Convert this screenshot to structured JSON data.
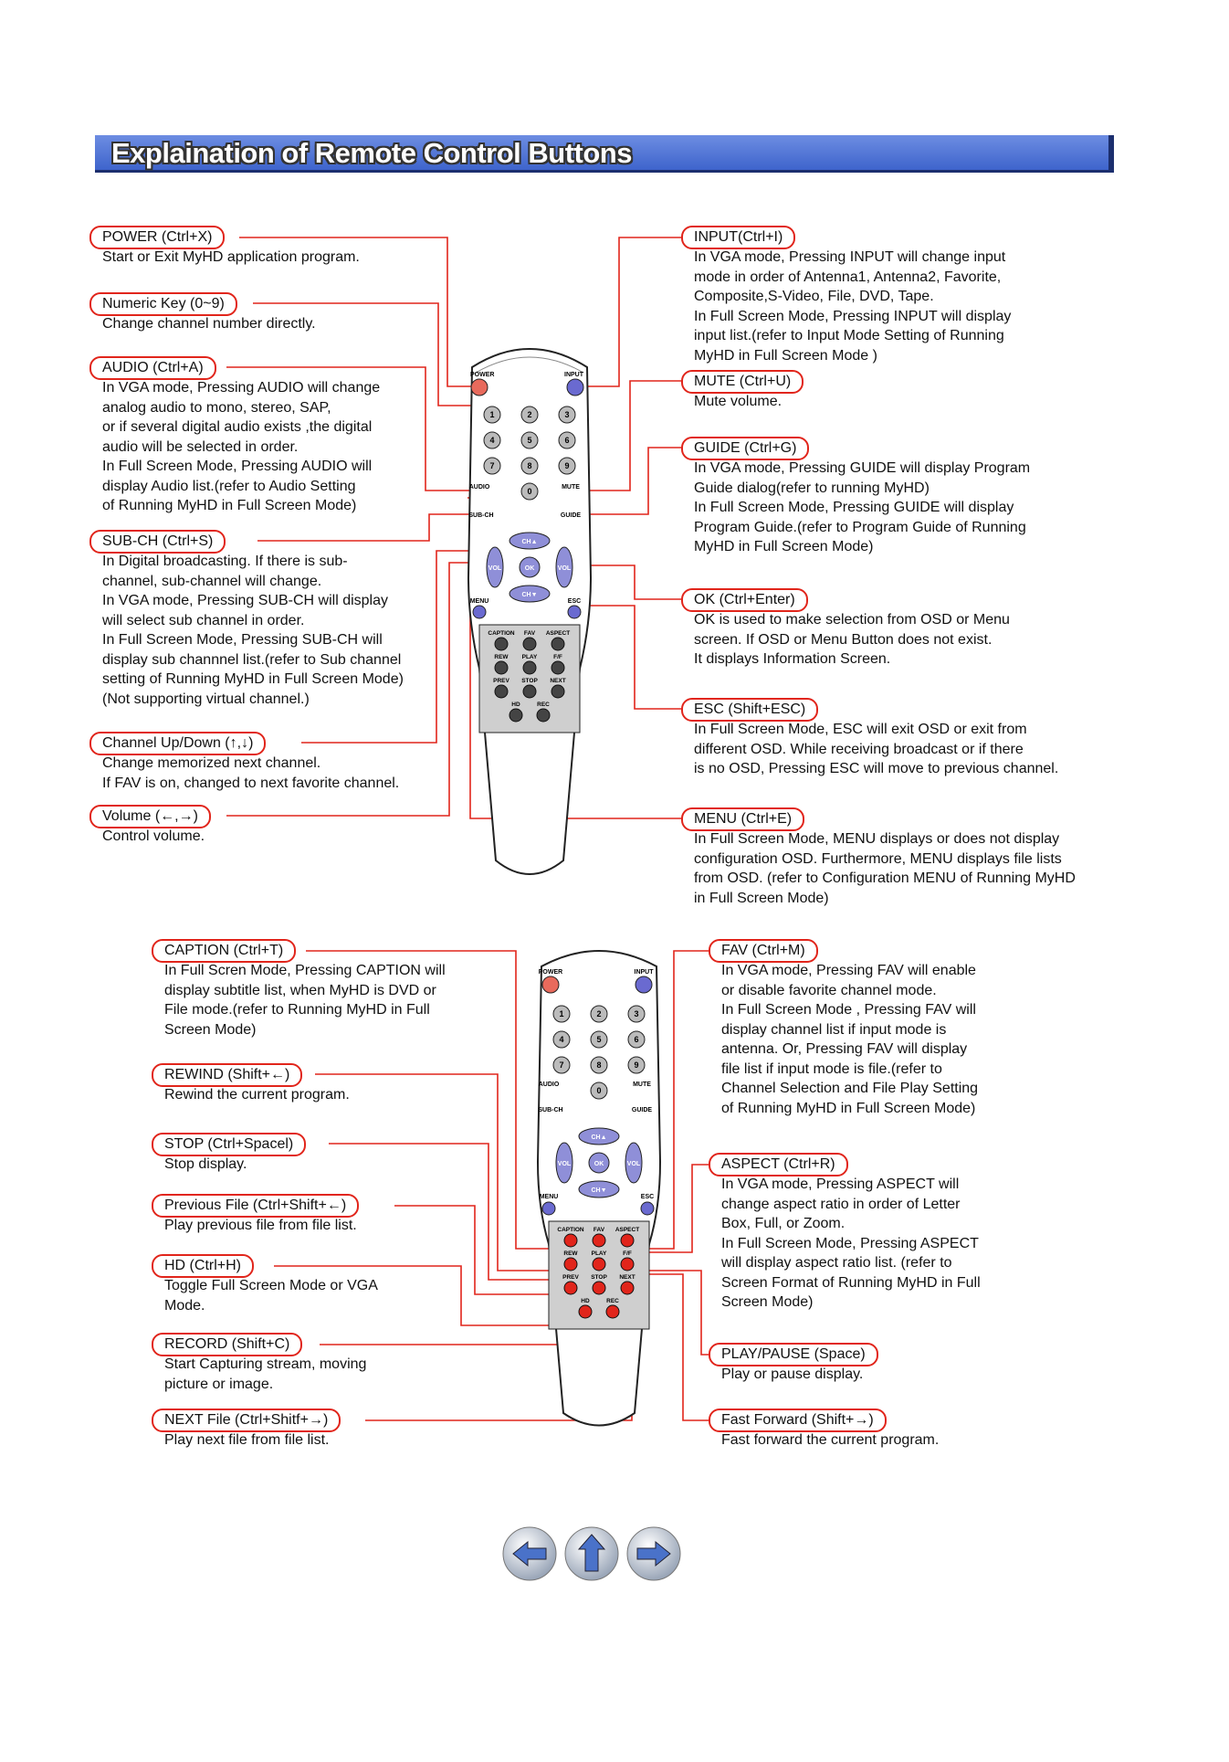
{
  "title": "Explaination of Remote Control Buttons",
  "section1": {
    "left": [
      {
        "label": "POWER (Ctrl+X)",
        "desc": "Start or Exit MyHD application program."
      },
      {
        "label": "Numeric Key (0~9)",
        "desc": "Change channel number directly."
      },
      {
        "label": "AUDIO (Ctrl+A)",
        "desc": "In VGA mode, Pressing AUDIO will change\nanalog audio to mono, stereo, SAP,\nor if several digital audio exists ,the digital\naudio will be selected in order.\nIn Full Screen Mode, Pressing AUDIO will\ndisplay Audio list.(refer to Audio Setting\nof Running MyHD in Full Screen Mode)"
      },
      {
        "label": "SUB-CH (Ctrl+S)",
        "desc": "In Digital broadcasting. If there is sub-\nchannel, sub-channel will change.\nIn VGA mode, Pressing SUB-CH will display\nwill select sub channel in order.\nIn Full Screen  Mode, Pressing SUB-CH will\ndisplay sub channnel list.(refer to Sub channel\n setting of Running MyHD in Full Screen Mode)\n(Not supporting virtual channel.)"
      },
      {
        "label": "Channel Up/Down (↑,↓)",
        "desc": "Change memorized next channel.\nIf FAV is on, changed to next favorite channel."
      },
      {
        "label": "Volume (←,→)",
        "desc": "Control volume."
      }
    ],
    "right": [
      {
        "label": "INPUT(Ctrl+I)",
        "desc": "In VGA mode, Pressing INPUT will change input\nmode in order of Antenna1, Antenna2, Favorite,\nComposite,S-Video, File, DVD, Tape.\nIn Full Screen  Mode, Pressing INPUT will display\ninput list.(refer to Input Mode Setting of Running\nMyHD in Full Screen Mode )"
      },
      {
        "label": "MUTE (Ctrl+U)",
        "desc": "Mute volume."
      },
      {
        "label": "GUIDE (Ctrl+G)",
        "desc": "In VGA mode, Pressing GUIDE will display Program\nGuide dialog(refer to running MyHD)\nIn Full Screen  Mode, Pressing GUIDE will display\nProgram Guide.(refer to Program Guide of Running\nMyHD in Full Screen Mode)"
      },
      {
        "label": "OK (Ctrl+Enter)",
        "desc": "OK is used to make selection from OSD or Menu\nscreen. If OSD or Menu Button does not exist.\nIt displays Information Screen."
      },
      {
        "label": "ESC (Shift+ESC)",
        "desc": "In Full Screen Mode, ESC will exit OSD or exit from\ndifferent OSD. While receiving broadcast or if there\nis no OSD, Pressing ESC will move to previous channel."
      },
      {
        "label": "MENU (Ctrl+E)",
        "desc": "In Full Screen Mode, MENU  displays or does not display\nconfiguration OSD. Furthermore, MENU displays file lists\nfrom OSD. (refer to Configuration MENU of Running MyHD\nin Full Screen Mode)"
      }
    ]
  },
  "section2": {
    "left": [
      {
        "label": "CAPTION (Ctrl+T)",
        "desc": "In Full Scren Mode, Pressing CAPTION will\ndisplay subtitle list, when MyHD is DVD or\nFile mode.(refer to Running MyHD in Full\nScreen Mode)"
      },
      {
        "label": "REWIND (Shift+←)",
        "desc": "Rewind the current program."
      },
      {
        "label": "STOP (Ctrl+Spacel)",
        "desc": "Stop display."
      },
      {
        "label": "Previous File (Ctrl+Shift+←)",
        "desc": "Play previous file from file list."
      },
      {
        "label": "HD (Ctrl+H)",
        "desc": "Toggle Full Screen Mode or VGA\nMode."
      },
      {
        "label": "RECORD (Shift+C)",
        "desc": "Start Capturing stream, moving\npicture or image."
      },
      {
        "label": "NEXT File (Ctrl+Shitf+→)",
        "desc": "Play next file from file list."
      }
    ],
    "right": [
      {
        "label": "FAV (Ctrl+M)",
        "desc": "In VGA mode, Pressing FAV will enable\nor disable favorite channel mode.\nIn Full Screen Mode , Pressing FAV will\ndisplay channel list if input mode is\nantenna. Or, Pressing FAV will display\nfile list if input mode is file.(refer to\nChannel Selection and File Play Setting\nof Running MyHD in Full Screen Mode)"
      },
      {
        "label": "ASPECT (Ctrl+R)",
        "desc": "In VGA mode, Pressing ASPECT will\nchange aspect ratio in order of Letter\nBox, Full, or Zoom.\nIn Full Screen Mode, Pressing ASPECT\nwill display  aspect ratio list. (refer to\nScreen Format of Running MyHD in Full\nScreen Mode)"
      },
      {
        "label": "PLAY/PAUSE (Space)",
        "desc": "Play or pause display."
      },
      {
        "label": "Fast Forward (Shift+→)",
        "desc": "Fast forward the current program."
      }
    ]
  },
  "remote": {
    "power": "POWER",
    "input": "INPUT",
    "audio": "AUDIO",
    "mute": "MUTE",
    "subch": "SUB-CH",
    "guide": "GUIDE",
    "ch_up": "CH▲",
    "ch_down": "CH▼",
    "vol_left": "VOL",
    "vol_right": "VOL",
    "ok": "OK",
    "menu": "MENU",
    "esc": "ESC",
    "caption": "CAPTION",
    "fav": "FAV",
    "aspect": "ASPECT",
    "rew": "REW",
    "play": "PLAY",
    "ff": "F/F",
    "prev": "PREV",
    "stop": "STOP",
    "next": "NEXT",
    "hd": "HD",
    "rec": "REC",
    "digits": [
      "1",
      "2",
      "3",
      "4",
      "5",
      "6",
      "7",
      "8",
      "9",
      "0"
    ]
  },
  "nav": {
    "back": "back-arrow",
    "up": "up-arrow",
    "forward": "forward-arrow"
  }
}
